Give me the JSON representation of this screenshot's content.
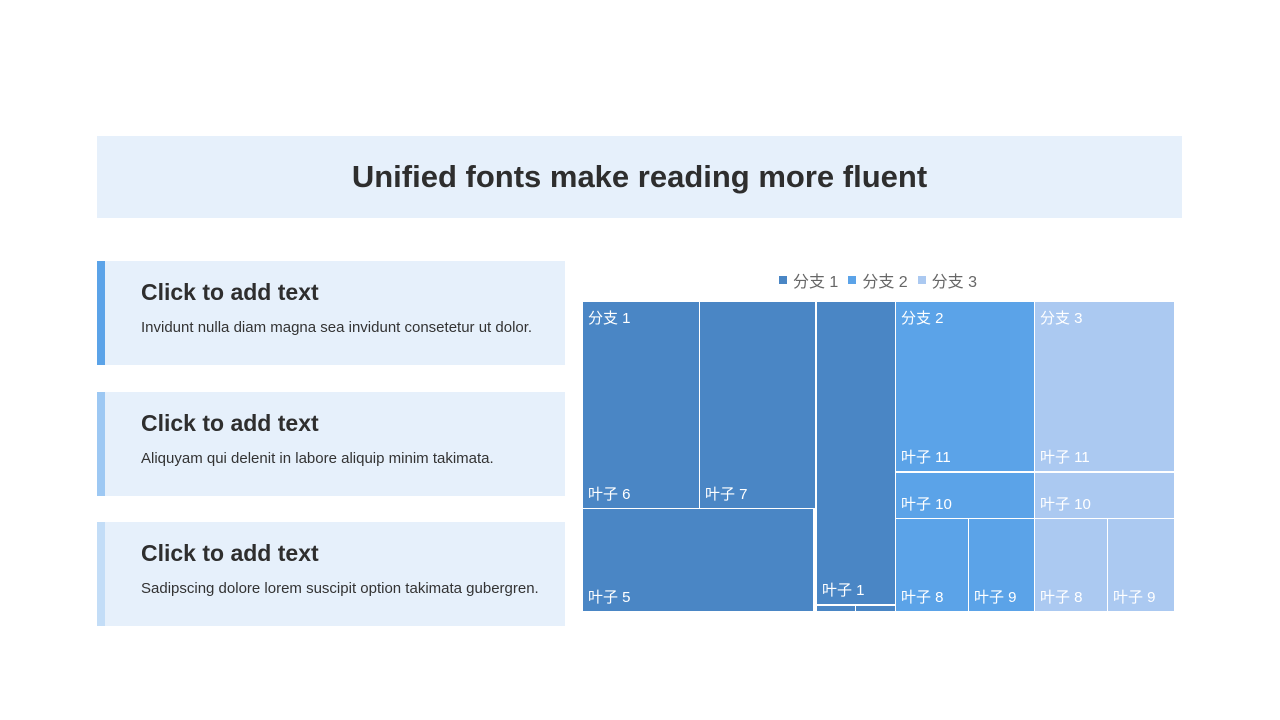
{
  "title": "Unified fonts make reading more fluent",
  "cards": [
    {
      "heading": "Click to add text",
      "body": "Invidunt nulla diam magna sea invidunt consetetur ut dolor.",
      "accent": "#5ba3e8"
    },
    {
      "heading": "Click to add text",
      "body": "Aliquyam qui delenit in labore aliquip minim takimata.",
      "accent": "#9dc8f3"
    },
    {
      "heading": "Click to add text",
      "body": "Sadipscing dolore lorem suscipit option takimata gubergren.",
      "accent": "#c3ddf7"
    }
  ],
  "chart_data": {
    "type": "treemap",
    "legend": [
      "分支 1",
      "分支 2",
      "分支 3"
    ],
    "legend_position": "top",
    "colors": [
      "#4a86c5",
      "#5ba3e8",
      "#abc9f1"
    ],
    "branches": [
      {
        "name": "分支 1",
        "leaves": [
          {
            "name": "叶子 6",
            "value": 23
          },
          {
            "name": "叶子 7",
            "value": 23
          },
          {
            "name": "叶子 5",
            "value": 23
          },
          {
            "name": "叶子 1",
            "value": 23
          },
          {
            "name": "",
            "value": 0.6
          },
          {
            "name": "",
            "value": 0.6
          }
        ]
      },
      {
        "name": "分支 2",
        "leaves": [
          {
            "name": "叶子 11",
            "value": 23
          },
          {
            "name": "叶子 10",
            "value": 6
          },
          {
            "name": "叶子 8",
            "value": 6.5
          },
          {
            "name": "叶子 9",
            "value": 6
          }
        ]
      },
      {
        "name": "分支 3",
        "leaves": [
          {
            "name": "叶子 11",
            "value": 23
          },
          {
            "name": "叶子 10",
            "value": 6
          },
          {
            "name": "叶子 8",
            "value": 6.5
          },
          {
            "name": "叶子 9",
            "value": 6
          }
        ]
      }
    ]
  }
}
